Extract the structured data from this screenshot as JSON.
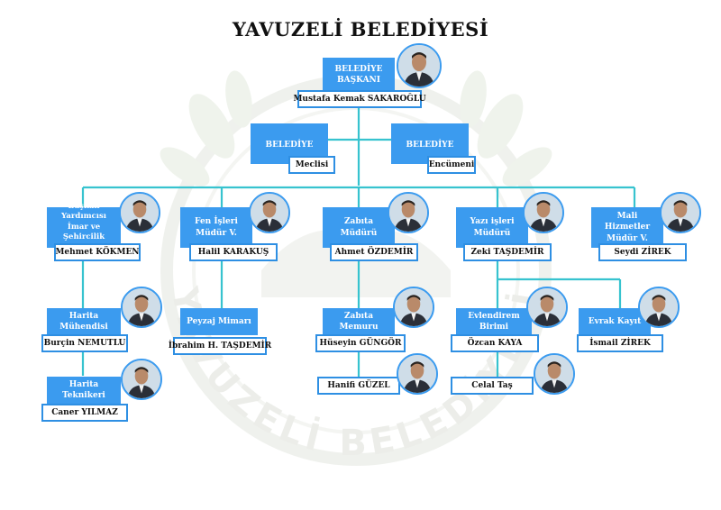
{
  "title": "YAVUZELİ BELEDİYESİ",
  "colors": {
    "box": "#3b9bef",
    "line": "#37c3cf",
    "border": "#2e8fe3",
    "watermark": "#d6dcd2"
  },
  "watermark": {
    "text": "YAVUZELİ BELEDİYESİ"
  },
  "mayor": {
    "role": "BELEDİYE\nBAŞKANI",
    "name": "Mustafa Kemak SAKAROĞLU"
  },
  "council": {
    "role": "BELEDİYE",
    "name": "Meclisi"
  },
  "committee": {
    "role": "BELEDİYE",
    "name": "Encümeni"
  },
  "departments": [
    {
      "role": "Başkan Yardımcısı\nİmar ve Şehircilik\nMüdürü",
      "name": "Mehmet KÖKMEN"
    },
    {
      "role": "Fen İşleri\nMüdür V.",
      "name": "Halil KARAKUŞ"
    },
    {
      "role": "Zabıta Müdürü",
      "name": "Ahmet ÖZDEMİR"
    },
    {
      "role": "Yazı işleri\nMüdürü",
      "name": "Zeki TAŞDEMİR"
    },
    {
      "role": "Mali Hizmetler\nMüdür V.",
      "name": "Seydi ZİREK"
    }
  ],
  "staff": {
    "harita_muhendisi": {
      "role": "Harita Mühendisi",
      "name": "Burçin NEMUTLU"
    },
    "harita_teknikeri": {
      "role": "Harita Teknikeri",
      "name": "Caner YILMAZ"
    },
    "peyzaj_mimari": {
      "role": "Peyzaj Mimarı",
      "name": "İbrahim H. TAŞDEMİR"
    },
    "zabita_memuru": {
      "role": "Zabıta Memuru",
      "name": "Hüseyin GÜNGÖR"
    },
    "zabita_2": {
      "name": "Hanifi GÜZEL"
    },
    "evlendirme_birimi": {
      "role": "Evlendirem Birimi",
      "name": "Özcan KAYA"
    },
    "evlendirme_2": {
      "name": "Celal Taş"
    },
    "evrak_kayit": {
      "role": "Evrak Kayıt",
      "name": "İsmail ZİREK"
    }
  }
}
